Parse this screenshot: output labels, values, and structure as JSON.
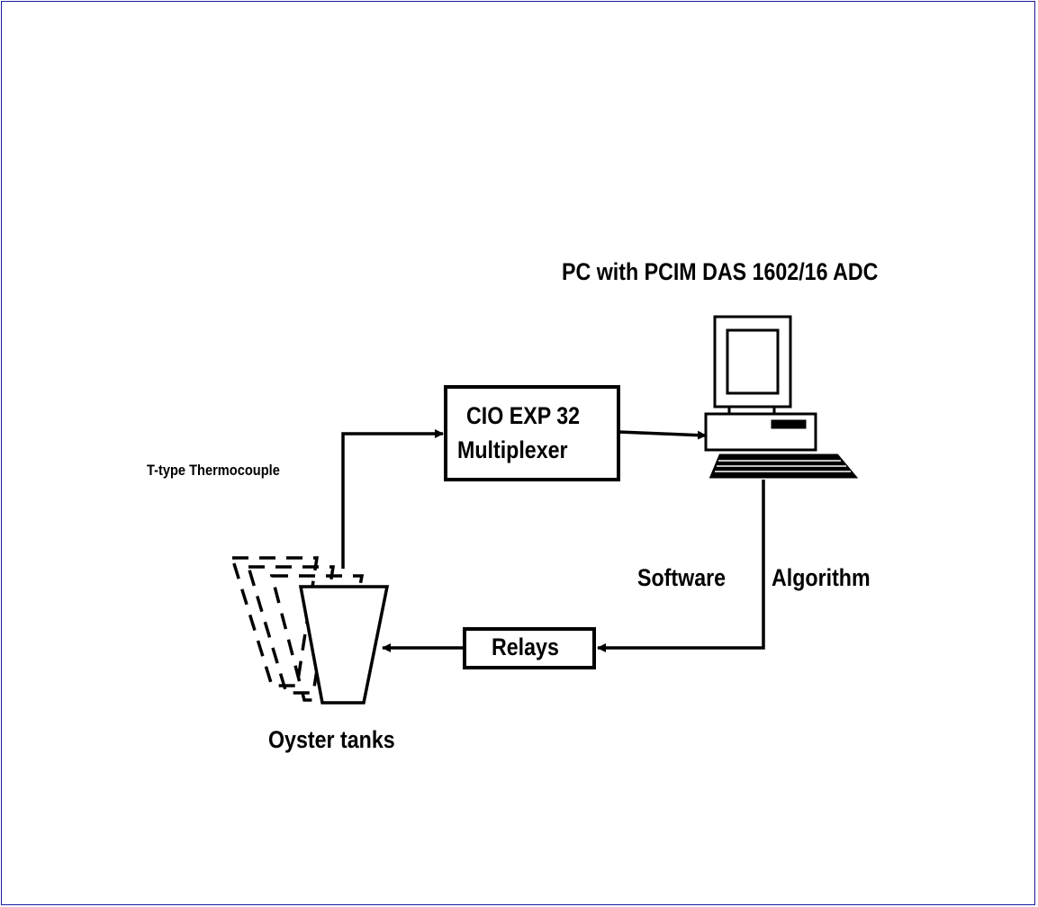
{
  "diagram": {
    "pc_label": "PC with PCIM DAS 1602/16 ADC",
    "mux_line1": "CIO EXP 32",
    "mux_line2": "Multiplexer",
    "thermocouple_label": "T-type Thermocouple",
    "software_label": "Software",
    "algorithm_label": "Algorithm",
    "relays_label": "Relays",
    "tanks_label": "Oyster tanks"
  },
  "colors": {
    "stroke": "#000000",
    "frame_border": "#1a1aa0",
    "background": "#ffffff"
  }
}
